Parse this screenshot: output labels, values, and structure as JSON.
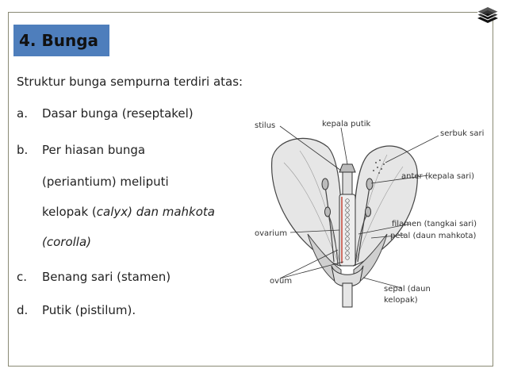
{
  "slide": {
    "title": "4.  Bunga",
    "intro": "Struktur bunga sempurna terdiri atas:",
    "items": [
      {
        "marker": "a.",
        "text": "Dasar bunga (reseptakel)"
      },
      {
        "marker": "b.",
        "text": "Per hiasan bunga"
      },
      {
        "marker": "c.",
        "text": "Benang sari (stamen)"
      },
      {
        "marker": "d.",
        "text": "Putik (pistilum)."
      }
    ],
    "item_b_lines": {
      "line2": "(periantium) meliputi",
      "line3_pre": "kelopak (",
      "line3_italic": "calyx) dan mahkota",
      "line4": "(corolla)"
    }
  },
  "diagram": {
    "labels": {
      "stilus": "stilus",
      "kepala_putik": "kepala putik",
      "serbuk_sari": "serbuk sari",
      "anter": "anter (kepala sari)",
      "ovarium": "ovarium",
      "filamen": "filamen (tangkai sari)",
      "petal": "petal (daun mahkota)",
      "ovum": "ovum",
      "sepal_1": "sepal (daun",
      "sepal_2": "kelopak)"
    }
  },
  "colors": {
    "title_bg": "#4e7ebc",
    "frame": "#8a8a74",
    "ovary_line": "#c0392b"
  }
}
